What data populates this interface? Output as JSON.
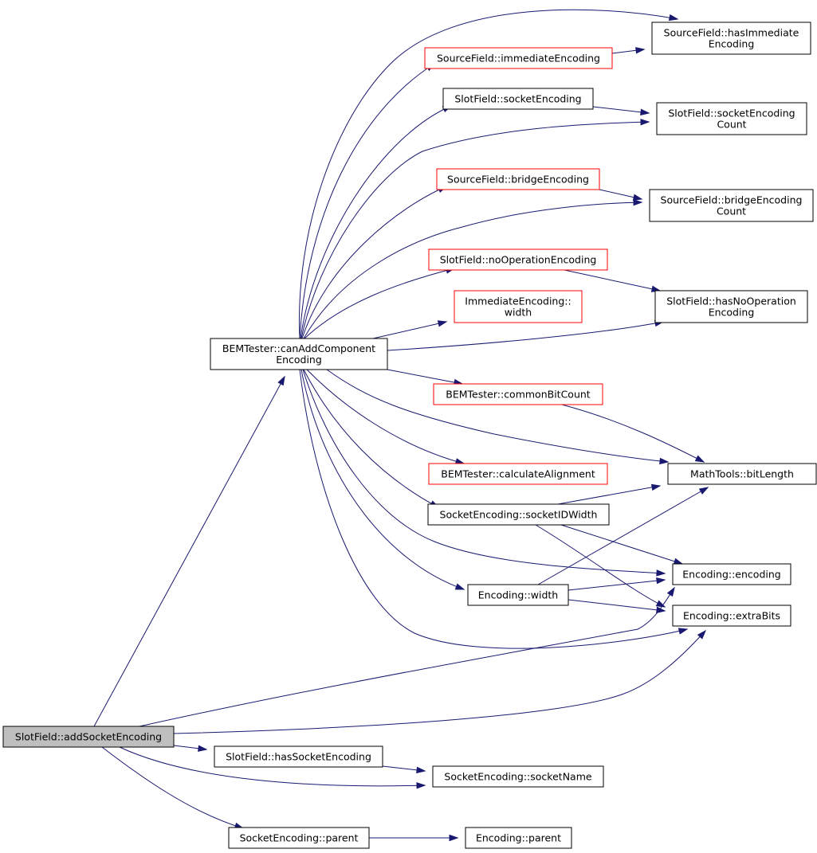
{
  "colors": {
    "edge": "#191970",
    "node_border": "#000000",
    "node_border_truncated": "#ff0000",
    "node_fill": "#ffffff",
    "root_fill": "#bfbfbf"
  },
  "nodes": {
    "addSocketEncoding": {
      "lines": [
        "SlotField::addSocketEncoding"
      ],
      "style": "root"
    },
    "canAddComponent": {
      "lines": [
        "BEMTester::canAddComponent",
        "Encoding"
      ],
      "style": "normal"
    },
    "hasSocketEncoding": {
      "lines": [
        "SlotField::hasSocketEncoding"
      ],
      "style": "normal"
    },
    "socketName": {
      "lines": [
        "SocketEncoding::socketName"
      ],
      "style": "normal"
    },
    "socketParent": {
      "lines": [
        "SocketEncoding::parent"
      ],
      "style": "normal"
    },
    "encodingParent": {
      "lines": [
        "Encoding::parent"
      ],
      "style": "normal"
    },
    "hasImmediate": {
      "lines": [
        "SourceField::hasImmediate",
        "Encoding"
      ],
      "style": "normal"
    },
    "immediateEncoding": {
      "lines": [
        "SourceField::immediateEncoding"
      ],
      "style": "truncated"
    },
    "socketEncoding": {
      "lines": [
        "SlotField::socketEncoding"
      ],
      "style": "normal"
    },
    "socketEncodingCount": {
      "lines": [
        "SlotField::socketEncoding",
        "Count"
      ],
      "style": "normal"
    },
    "bridgeEncoding": {
      "lines": [
        "SourceField::bridgeEncoding"
      ],
      "style": "truncated"
    },
    "bridgeEncodingCount": {
      "lines": [
        "SourceField::bridgeEncoding",
        "Count"
      ],
      "style": "normal"
    },
    "noOperationEncoding": {
      "lines": [
        "SlotField::noOperationEncoding"
      ],
      "style": "truncated"
    },
    "hasNoOperation": {
      "lines": [
        "SlotField::hasNoOperation",
        "Encoding"
      ],
      "style": "normal"
    },
    "immediateWidth": {
      "lines": [
        "ImmediateEncoding::",
        "width"
      ],
      "style": "truncated"
    },
    "commonBitCount": {
      "lines": [
        "BEMTester::commonBitCount"
      ],
      "style": "truncated"
    },
    "calculateAlignment": {
      "lines": [
        "BEMTester::calculateAlignment"
      ],
      "style": "truncated"
    },
    "bitLength": {
      "lines": [
        "MathTools::bitLength"
      ],
      "style": "normal"
    },
    "socketIDWidth": {
      "lines": [
        "SocketEncoding::socketIDWidth"
      ],
      "style": "normal"
    },
    "encodingEncoding": {
      "lines": [
        "Encoding::encoding"
      ],
      "style": "normal"
    },
    "encodingWidth": {
      "lines": [
        "Encoding::width"
      ],
      "style": "normal"
    },
    "extraBits": {
      "lines": [
        "Encoding::extraBits"
      ],
      "style": "normal"
    }
  },
  "edges": [
    {
      "from": "addSocketEncoding",
      "to": "canAddComponent"
    },
    {
      "from": "addSocketEncoding",
      "to": "encodingEncoding"
    },
    {
      "from": "addSocketEncoding",
      "to": "extraBits"
    },
    {
      "from": "addSocketEncoding",
      "to": "hasSocketEncoding"
    },
    {
      "from": "addSocketEncoding",
      "to": "socketName"
    },
    {
      "from": "addSocketEncoding",
      "to": "socketParent"
    },
    {
      "from": "canAddComponent",
      "to": "hasImmediate"
    },
    {
      "from": "canAddComponent",
      "to": "immediateEncoding"
    },
    {
      "from": "canAddComponent",
      "to": "socketEncoding"
    },
    {
      "from": "canAddComponent",
      "to": "socketEncodingCount"
    },
    {
      "from": "canAddComponent",
      "to": "bridgeEncoding"
    },
    {
      "from": "canAddComponent",
      "to": "bridgeEncodingCount"
    },
    {
      "from": "canAddComponent",
      "to": "noOperationEncoding"
    },
    {
      "from": "canAddComponent",
      "to": "immediateWidth"
    },
    {
      "from": "canAddComponent",
      "to": "hasNoOperation"
    },
    {
      "from": "canAddComponent",
      "to": "commonBitCount"
    },
    {
      "from": "canAddComponent",
      "to": "bitLength"
    },
    {
      "from": "canAddComponent",
      "to": "calculateAlignment"
    },
    {
      "from": "canAddComponent",
      "to": "socketIDWidth"
    },
    {
      "from": "canAddComponent",
      "to": "encodingEncoding"
    },
    {
      "from": "canAddComponent",
      "to": "encodingWidth"
    },
    {
      "from": "canAddComponent",
      "to": "extraBits"
    },
    {
      "from": "immediateEncoding",
      "to": "hasImmediate"
    },
    {
      "from": "socketEncoding",
      "to": "socketEncodingCount"
    },
    {
      "from": "bridgeEncoding",
      "to": "bridgeEncodingCount"
    },
    {
      "from": "noOperationEncoding",
      "to": "hasNoOperation"
    },
    {
      "from": "commonBitCount",
      "to": "bitLength"
    },
    {
      "from": "socketIDWidth",
      "to": "bitLength"
    },
    {
      "from": "socketIDWidth",
      "to": "encodingEncoding"
    },
    {
      "from": "socketIDWidth",
      "to": "extraBits"
    },
    {
      "from": "encodingWidth",
      "to": "bitLength"
    },
    {
      "from": "encodingWidth",
      "to": "encodingEncoding"
    },
    {
      "from": "encodingWidth",
      "to": "extraBits"
    },
    {
      "from": "hasSocketEncoding",
      "to": "socketName"
    },
    {
      "from": "socketParent",
      "to": "encodingParent"
    }
  ]
}
